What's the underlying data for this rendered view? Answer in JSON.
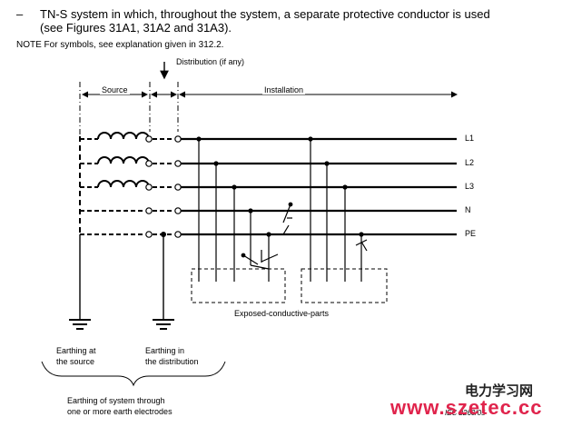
{
  "intro": {
    "dash": "–",
    "line1": "TN-S system in which, throughout the system, a separate protective conductor is used",
    "line2": "(see Figures 31A1, 31A2 and 31A3)."
  },
  "note": "NOTE  For symbols, see explanation given in 312.2.",
  "labels": {
    "distribution": "Distribution (if any)",
    "source": "Source",
    "installation": "Installation",
    "exposed_parts": "Exposed-conductive-parts",
    "earth_source_1": "Earthing at",
    "earth_source_2": "the source",
    "earth_dist_1": "Earthing in",
    "earth_dist_2": "the distribution",
    "system_earth_1": "Earthing of system through",
    "system_earth_2": "one or more earth electrodes"
  },
  "conductors": [
    "L1",
    "L2",
    "L3",
    "N",
    "PE"
  ],
  "figure_ref": "IEC   2263/05",
  "watermark": {
    "cn": "电力学习网",
    "url": "www.szetec.cc"
  },
  "colors": {
    "line": "#000000",
    "watermark": "#e0244c"
  }
}
